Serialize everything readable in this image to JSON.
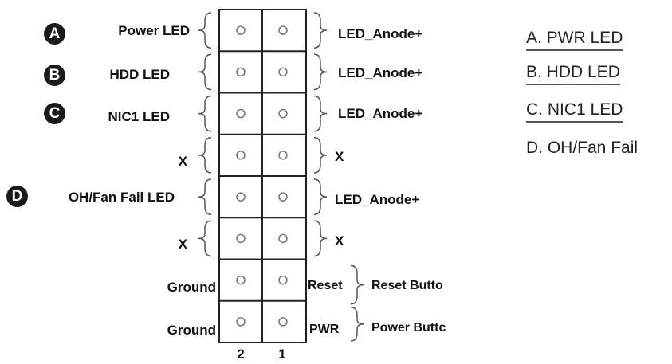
{
  "left_labels": [
    {
      "text": "Power LED",
      "badge": "A"
    },
    {
      "text": "HDD LED",
      "badge": "B"
    },
    {
      "text": "NIC1 LED",
      "badge": "C"
    },
    {
      "text": "X",
      "badge": ""
    },
    {
      "text": "OH/Fan Fail LED",
      "badge": "D"
    },
    {
      "text": "X",
      "badge": ""
    },
    {
      "text": "Ground",
      "badge": ""
    },
    {
      "text": "Ground",
      "badge": ""
    }
  ],
  "right_labels": [
    {
      "text": "LED_Anode+"
    },
    {
      "text": "LED_Anode+"
    },
    {
      "text": "LED_Anode+"
    },
    {
      "text": "X"
    },
    {
      "text": "LED_Anode+"
    },
    {
      "text": "X"
    },
    {
      "text": "Reset",
      "extra": "Reset Butto"
    },
    {
      "text": "PWR",
      "extra": "Power Buttc"
    }
  ],
  "columns": [
    "2",
    "1"
  ],
  "legend": [
    "A. PWR LED",
    "B. HDD LED",
    "C. NIC1 LED",
    "D. OH/Fan Fail"
  ]
}
